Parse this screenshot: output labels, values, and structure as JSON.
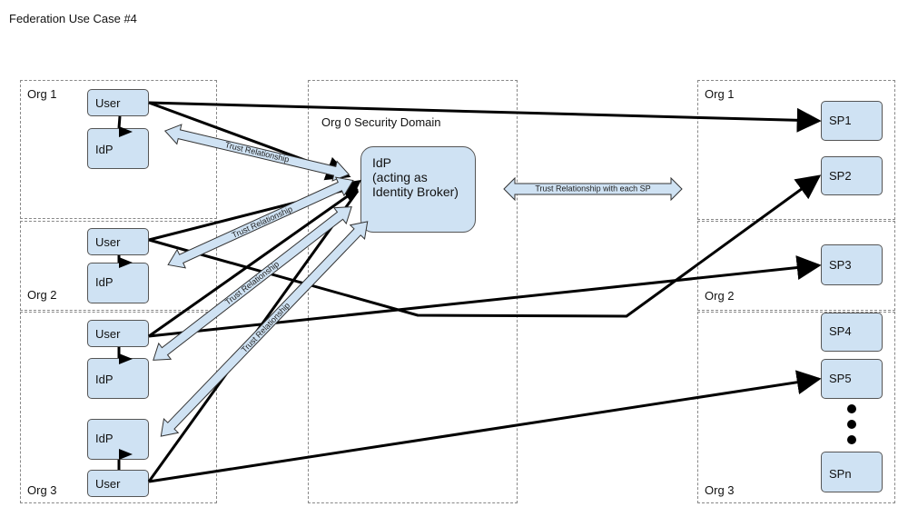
{
  "title": "Federation Use Case #4",
  "regions": {
    "org1_left": "Org 1",
    "org2_left": "Org 2",
    "org3_left": "Org 3",
    "org0": "Org 0 Security Domain",
    "org1_right": "Org 1",
    "org2_right": "Org 2",
    "org3_right": "Org 3"
  },
  "nodes": {
    "user1": "User",
    "idp1": "IdP",
    "user2": "User",
    "idp2": "IdP",
    "user3a": "User",
    "idp3a": "IdP",
    "idp3b": "IdP",
    "user3b": "User",
    "broker_line1": "IdP",
    "broker_line2": "(acting as",
    "broker_line3": "Identity Broker)",
    "sp1": "SP1",
    "sp2": "SP2",
    "sp3": "SP3",
    "sp4": "SP4",
    "sp5": "SP5",
    "spn": "SPn"
  },
  "trust_labels": {
    "t1": "Trust Relationship",
    "t2": "Trust Relationship",
    "t3": "Trust Relationship",
    "t4": "Trust Relationship",
    "t_sp": "Trust Relationship with each SP"
  },
  "colors": {
    "box_fill": "#cfe2f3",
    "line": "#000000",
    "region_border": "#888888"
  }
}
